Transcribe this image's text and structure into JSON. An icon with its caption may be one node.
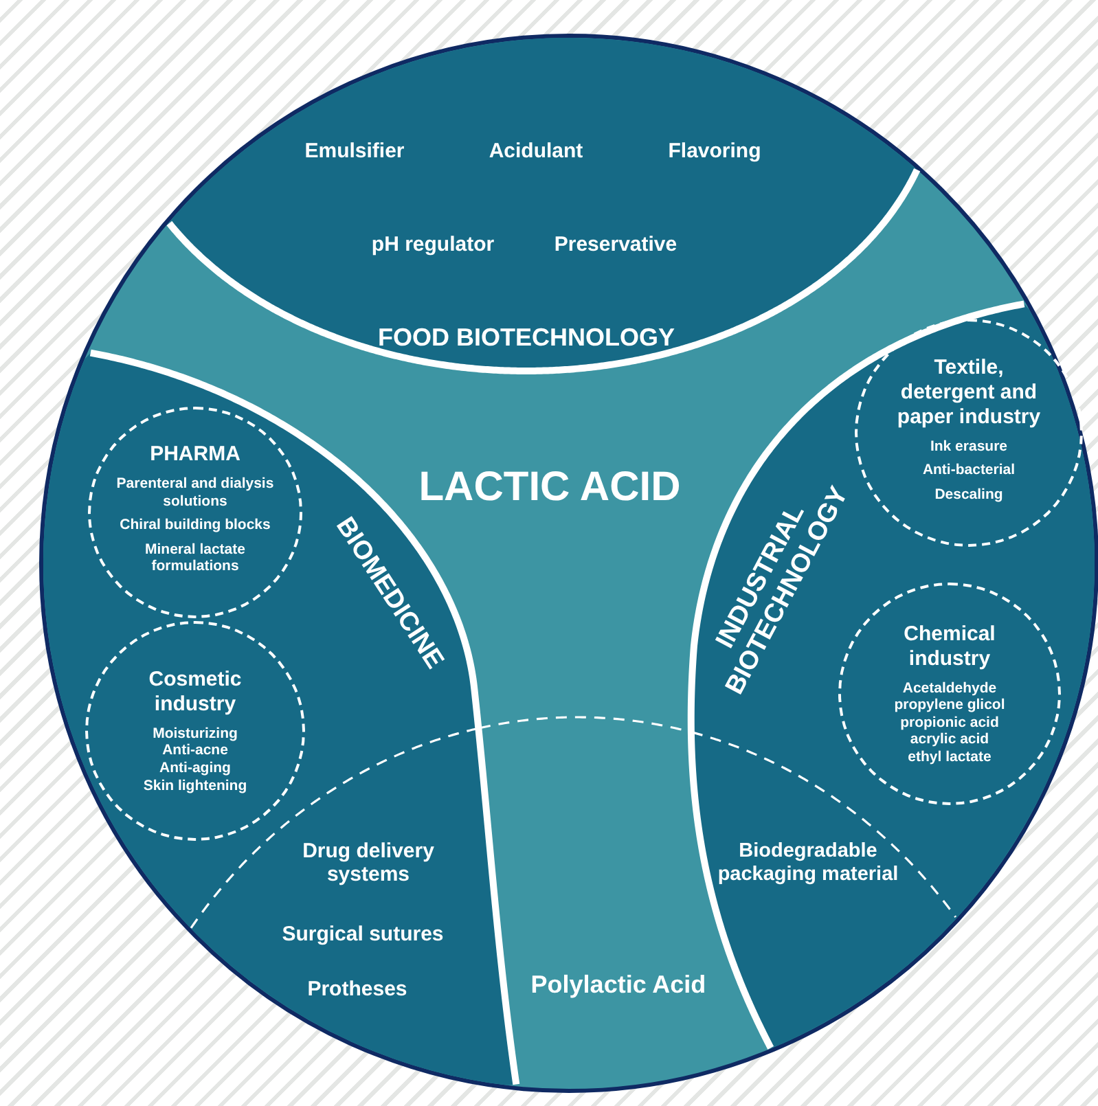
{
  "diagram": {
    "nodes": [
      {
        "text": [
          "LACTIC ACID",
          "Polylactic Acid"
        ]
      },
      {
        "text": [
          "Emulsifier",
          "Acidulant",
          "Flavoring",
          "pH regulator",
          "Preservative",
          "FOOD BIOTECHNOLOGY"
        ],
        "in": 0
      },
      {
        "text": [
          "BIOMEDICINE",
          "Drug delivery systems",
          "Surgical sutures",
          "Protheses"
        ],
        "in": 0
      },
      {
        "text": [
          "PHARMA",
          "Parenteral and dialysis solutions",
          "Chiral building blocks",
          "Mineral lactate formulations"
        ],
        "in": 2
      },
      {
        "text": [
          "Cosmetic industry",
          "Moisturizing",
          "Anti-acne",
          "Anti-aging",
          "Skin lightening"
        ],
        "in": 2
      },
      {
        "text": [
          "INDUSTRIAL BIOTECHNOLOGY",
          "Biodegradable packaging material"
        ],
        "in": 0
      },
      {
        "text": [
          "Textile, detergent and paper industry",
          "Ink erasure",
          "Anti-bacterial",
          "Descaling"
        ],
        "in": 5
      },
      {
        "text": [
          "Chemical industry",
          "Acetaldehyde",
          "propylene glicol",
          "propionic acid",
          "acrylic acid",
          "ethyl lactate"
        ],
        "in": 5
      }
    ]
  }
}
